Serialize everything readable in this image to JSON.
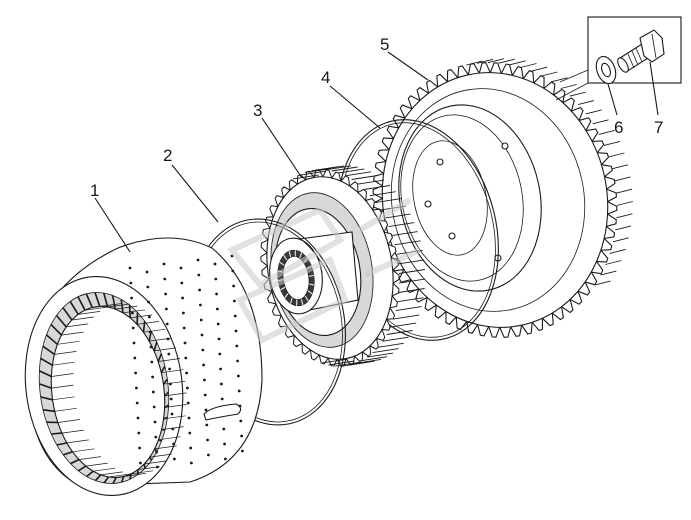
{
  "callouts": [
    {
      "id": "1",
      "text": "1"
    },
    {
      "id": "2",
      "text": "2"
    },
    {
      "id": "3",
      "text": "3"
    },
    {
      "id": "4",
      "text": "4"
    },
    {
      "id": "5",
      "text": "5"
    },
    {
      "id": "6",
      "text": "6"
    },
    {
      "id": "7",
      "text": "7"
    }
  ],
  "parts": [
    {
      "callout": "1",
      "icon": "perforated-drum-icon"
    },
    {
      "callout": "2",
      "icon": "retaining-ring-icon"
    },
    {
      "callout": "3",
      "icon": "splined-hub-gear-icon"
    },
    {
      "callout": "4",
      "icon": "snap-ring-icon"
    },
    {
      "callout": "5",
      "icon": "ring-gear-icon"
    },
    {
      "callout": "6",
      "icon": "washer-icon"
    },
    {
      "callout": "7",
      "icon": "bolt-icon"
    }
  ],
  "colors": {
    "line": "#1a1a1a",
    "background": "#ffffff",
    "shade": "#d8d8d8"
  }
}
